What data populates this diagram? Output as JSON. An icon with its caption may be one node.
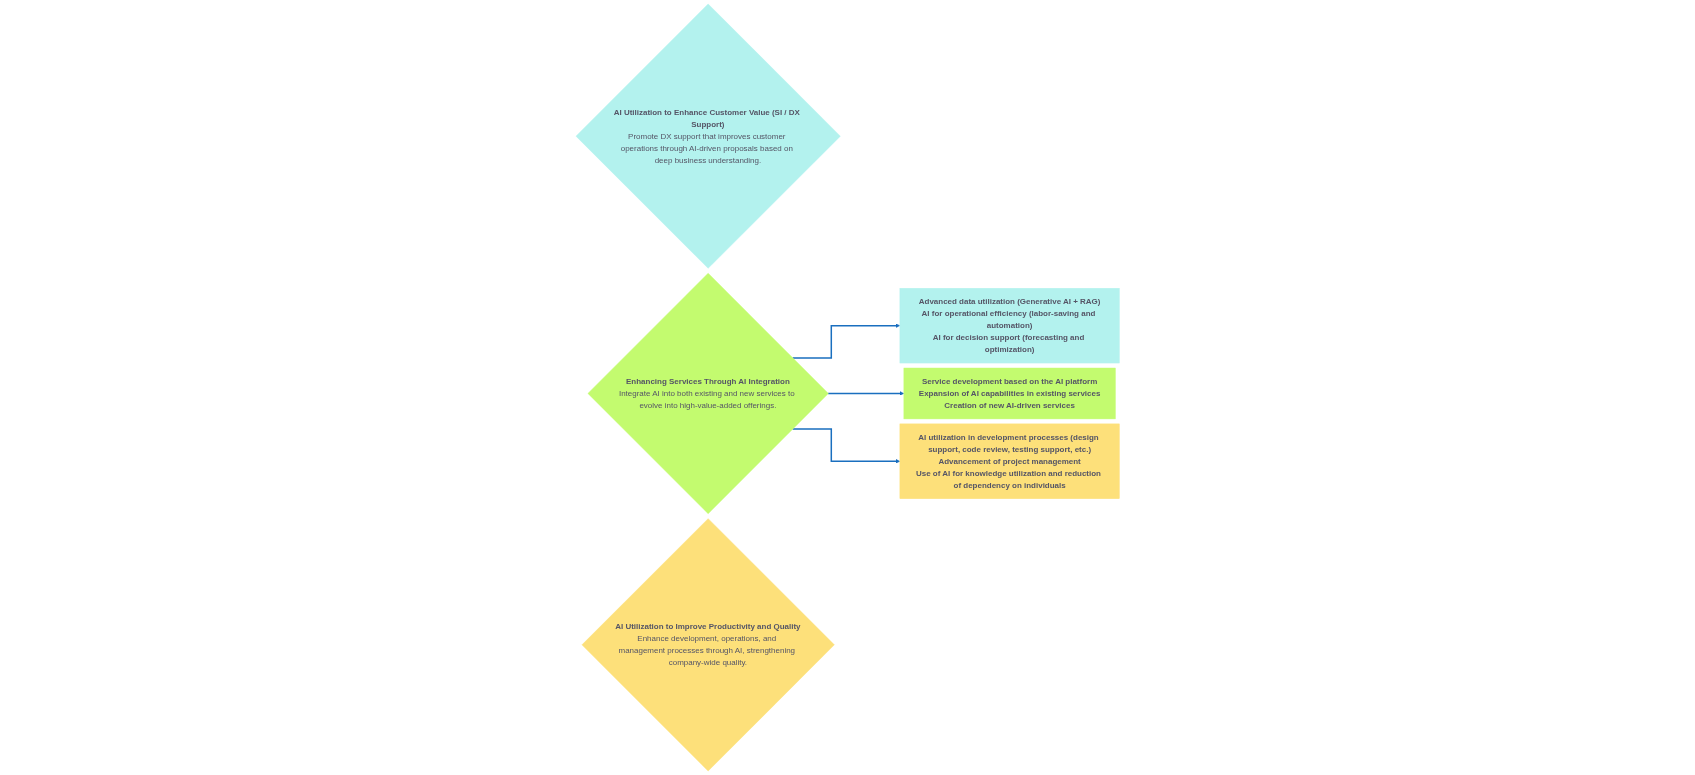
{
  "diagram": {
    "nodes": [
      {
        "text": [
          "AI Utilization to Enhance Customer Value (SI / DX Support)",
          "Promote DX support that improves customer operations through AI-driven proposals based on deep business understanding."
        ]
      },
      {
        "text": [
          "Enhancing Services Through AI Integration",
          "Integrate AI into both existing and new services to evolve into high-value-added offerings."
        ]
      },
      {
        "text": [
          "AI Utilization to Improve Productivity and Quality",
          "Enhance development, operations, and management processes through AI, strengthening company-wide quality."
        ]
      },
      {
        "text": [
          "Advanced data utilization (Generative AI + RAG)",
          "AI for operational efficiency (labor-saving and automation)",
          "AI for decision support (forecasting and optimization)"
        ]
      },
      {
        "text": [
          "Service development based on the AI platform",
          "Expansion of AI capabilities in existing services",
          "Creation of new AI-driven services"
        ]
      },
      {
        "text": [
          "AI utilization in development processes (design support, code review, testing support, etc.)",
          "Advancement of project management",
          "Use of AI for knowledge utilization and reduction of dependency on individuals"
        ]
      }
    ],
    "edges": [
      {
        "from": 1,
        "to": 3,
        "arrow": "to"
      },
      {
        "from": 1,
        "to": 4,
        "arrow": "to"
      },
      {
        "from": 1,
        "to": 5,
        "arrow": "to"
      }
    ]
  }
}
